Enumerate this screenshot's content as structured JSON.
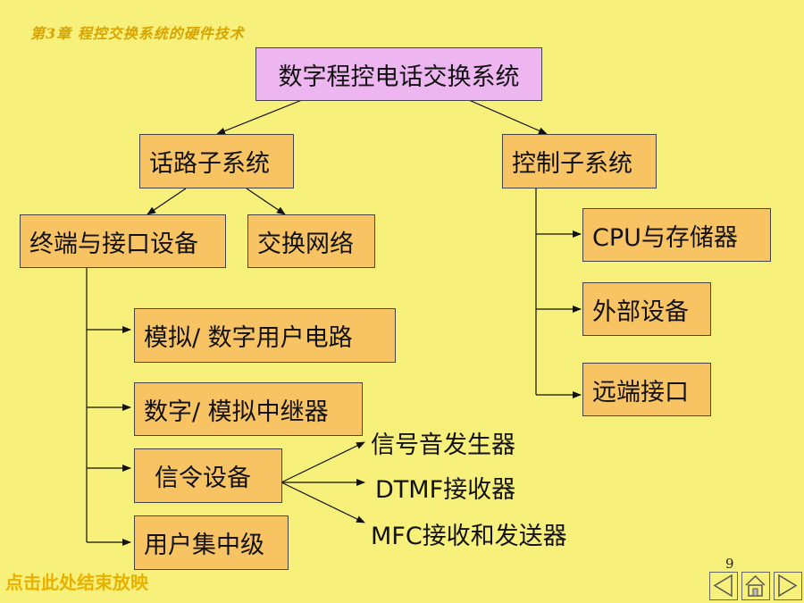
{
  "header": {
    "text": "第3章  程控交换系统的硬件技术"
  },
  "diagram": {
    "root": "数字程控电话交换系统",
    "branches": {
      "speech": "话路子系统",
      "control": "控制子系统"
    },
    "speech_children": {
      "terminal": "终端与接口设备",
      "network": "交换网络"
    },
    "terminal_children": [
      "模拟/ 数字用户电路",
      "数字/ 模拟中继器",
      "信令设备",
      "用户集中级"
    ],
    "signaling_children": [
      "信号音发生器",
      "DTMF接收器",
      "MFC接收和发送器"
    ],
    "control_children": [
      "CPU与存储器",
      "外部设备",
      "远端接口"
    ]
  },
  "footer": {
    "end_show": "点击此处结束放映",
    "page_number": "9",
    "nav": [
      "prev-icon",
      "home-icon",
      "next-icon"
    ]
  },
  "colors": {
    "background": "#f7f07a",
    "root_box": "#eeb6f0",
    "node_box": "#f8c463"
  }
}
